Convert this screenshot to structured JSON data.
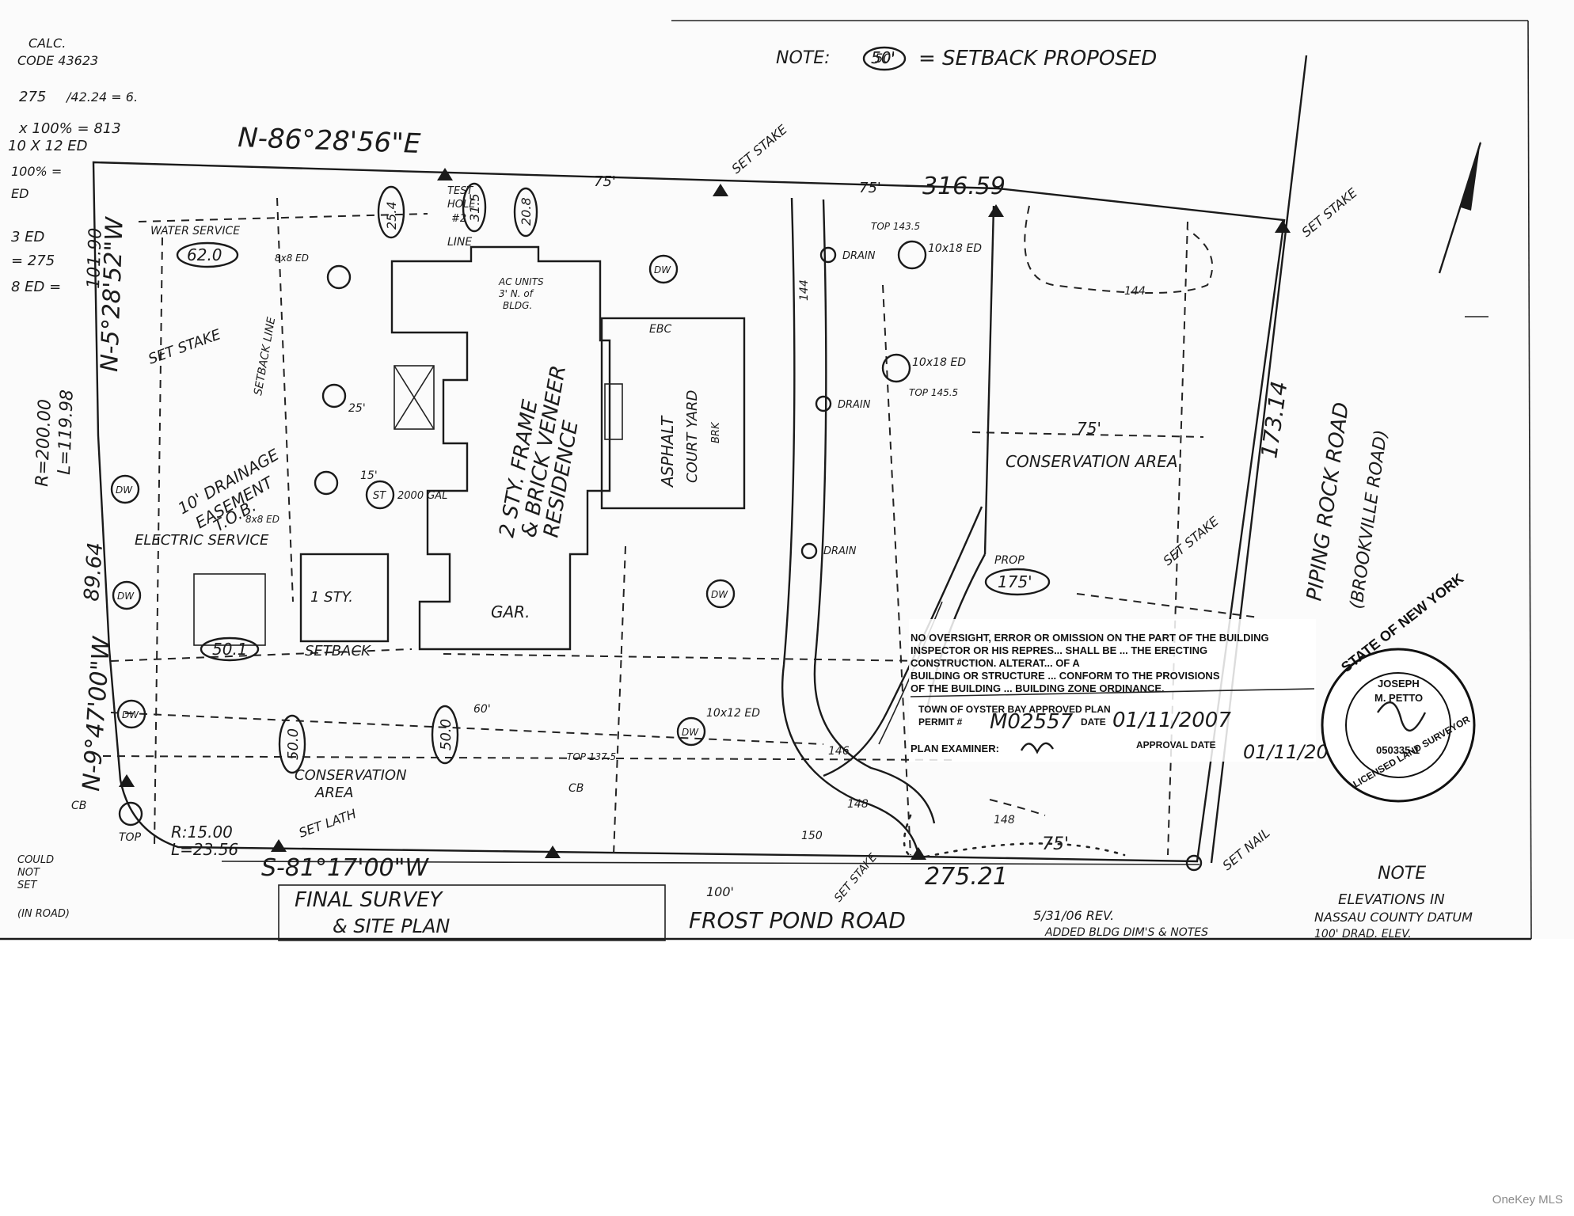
{
  "header": {
    "note": "NOTE:",
    "note_setback_value": "50'",
    "note_setback_text": "= SETBACK PROPOSED",
    "calc_lines": [
      "CALC.",
      "CODE 43623",
      "275",
      "/42.24 = 6.",
      "x 100% = 813",
      "10 X 12 ED",
      "100% =",
      "ED",
      "3 ED",
      "= 275",
      "8 ED ="
    ]
  },
  "bearings": {
    "north": "N-86°28'56\"E",
    "north_distance": "316.59",
    "west_upper": "N-5°28'52\"W",
    "west_upper_distance": "101.90",
    "west_lower": "N-9°47'00\"W",
    "west_lower_distance": "89.64",
    "south": "S-81°17'00\"W",
    "south_distance": "275.21",
    "east_distance": "173.14",
    "curve_radius": "R=200.00",
    "curve_length": "L=119.98",
    "corner_radius": "R:15.00",
    "corner_length": "L=23.56"
  },
  "labels": {
    "residence": [
      "2 STY. FRAME",
      "& BRICK VENEER",
      "RESIDENCE"
    ],
    "asphalt": [
      "ASPHALT",
      "COURT YARD"
    ],
    "garage": "GAR.",
    "one_sty": "1 STY.",
    "conservation_area": "CONSERVATION AREA",
    "conservation_area_left": [
      "CONSERVATION",
      "AREA"
    ],
    "drainage_easement": [
      "10' DRAINAGE",
      "EASEMENT",
      "T.O.B."
    ],
    "electric_service": "ELECTRIC SERVICE",
    "water_service": "WATER SERVICE",
    "setback": "SETBACK",
    "setback_line": "SETBACK LINE",
    "ac_units": [
      "AC UNITS",
      "3' N. of",
      "BLDG."
    ],
    "test_hole": [
      "TEST",
      "HOLE",
      "#2"
    ],
    "drain_labels": [
      "DRAIN",
      "DRAIN",
      "DRAIN"
    ],
    "dw_labels": [
      "DW",
      "DW",
      "DW",
      "DW",
      "DW",
      "DW"
    ],
    "st_label": "ST",
    "st_capacity": "2000 GAL",
    "set_stake": "SET STAKE",
    "set_nail": "SET NAIL",
    "set_lath": "SET LATH",
    "cb": "CB",
    "top": "TOP",
    "top_values": [
      "TOP 143.5",
      "TOP 145.5",
      "TOP 137.5"
    ],
    "contours": [
      "144",
      "146",
      "148",
      "150",
      "148",
      "144"
    ],
    "setback_ovals": [
      "62.0",
      "25.4",
      "31.5",
      "20.8",
      "50.1",
      "50.0",
      "50.0",
      "175'"
    ],
    "dims": [
      "75'",
      "75'",
      "75'",
      "100'",
      "75'",
      "25'",
      "15'",
      "60'"
    ],
    "ed_labels": [
      "10x18 ED",
      "10x18 ED",
      "10x12 ED",
      "8x8 ED",
      "8x8 ED"
    ],
    "prop": "PROP",
    "brk": "BRK",
    "ebc": "EBC",
    "line": "LINE",
    "gould_not_set": [
      "COULD",
      "NOT",
      "SET",
      "(IN ROAD)"
    ]
  },
  "roads": {
    "east": "PIPING ROCK ROAD",
    "east_alt": "(BROOKVILLE ROAD)",
    "south": "FROST POND ROAD"
  },
  "title_block": {
    "line1": "FINAL SURVEY",
    "line2": "& SITE PLAN",
    "revision_date": "5/31/06 REV.",
    "revision_note": "ADDED BLDG DIM'S & NOTES",
    "note_title": "NOTE",
    "note_body": [
      "ELEVATIONS IN",
      "NASSAU COUNTY DATUM",
      "100' DRAD. ELEV."
    ]
  },
  "approval_stamp": {
    "text": [
      "NO OVERSIGHT, ERROR OR OMISSION ON THE PART OF THE BUILDING",
      "INSPECTOR OR HIS REPRES... SHALL BE ... THE ERECTING",
      "CONSTRUCTION. ALTERAT... OF A",
      "BUILDING OR STRUCTURE ... CONFORM TO THE PROVISIONS",
      "OF THE BUILDING ... BUILDING ZONE ORDINANCE."
    ],
    "town": "TOWN OF OYSTER BAY APPROVED PLAN",
    "permit_label": "PERMIT #",
    "permit_number": "M02557",
    "date_label": "DATE",
    "date": "01/11/2007",
    "plan_examiner": "PLAN EXAMINER:",
    "approval_date": "APPROVAL DATE",
    "approval_date_value": "01/11/2007"
  },
  "seal": {
    "top": "STATE OF NEW YORK",
    "name1": "JOSEPH",
    "name2": "M. PETTO",
    "number": "050335-1",
    "bottom": "LICENSED LAND SURVEYOR"
  },
  "credit": "OneKey MLS"
}
